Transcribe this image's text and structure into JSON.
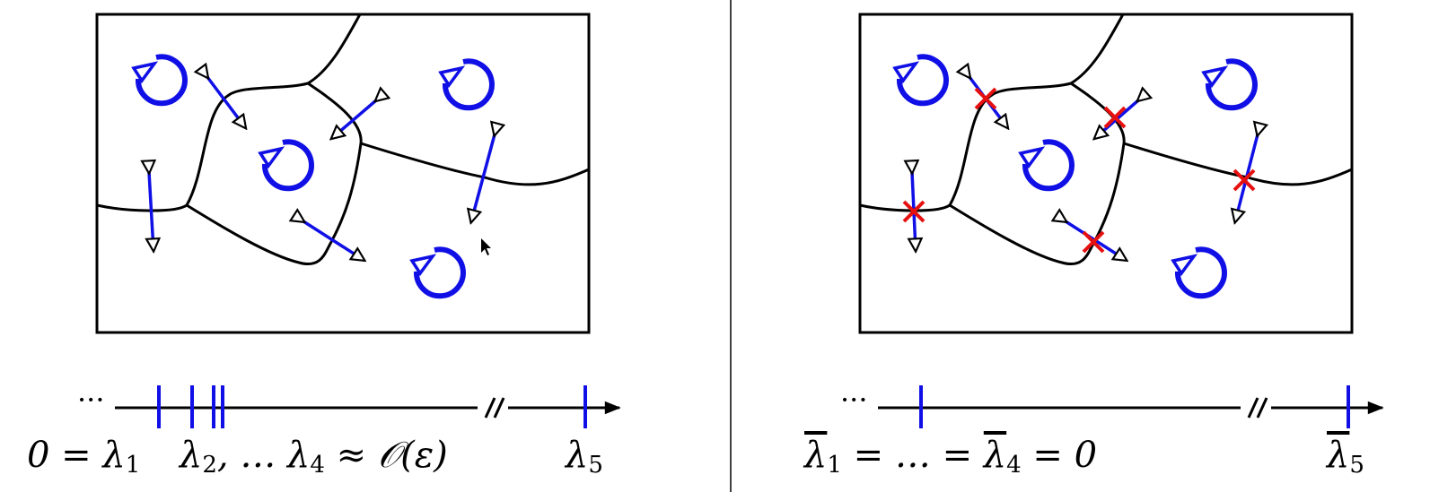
{
  "left_panel": {
    "spectrum": {
      "dots": "···",
      "label_lambda1": {
        "lhs": "0 = λ",
        "sub": "1"
      },
      "label_middle": {
        "a": "λ",
        "a_sub": "2",
        "mid": ", … λ",
        "b_sub": "4",
        "rhs": " ≈ 𝒪(ε)"
      },
      "label_lambda5": {
        "sym": "λ",
        "sub": "5"
      }
    }
  },
  "right_panel": {
    "spectrum": {
      "dots": "···",
      "label_equal": {
        "a": "λ",
        "a_sub": "1",
        "mid": " = … = ",
        "b": "λ",
        "b_sub": "4",
        "rhs": " = 0"
      },
      "label_lambda5": {
        "sym": "λ",
        "sub": "5"
      }
    }
  },
  "colors": {
    "outline": "#000000",
    "rotation": "#1010e6",
    "cross": "#e61010"
  },
  "icons": [
    "rotation-arrow-icon",
    "double-arrow-icon",
    "red-cross-icon"
  ]
}
